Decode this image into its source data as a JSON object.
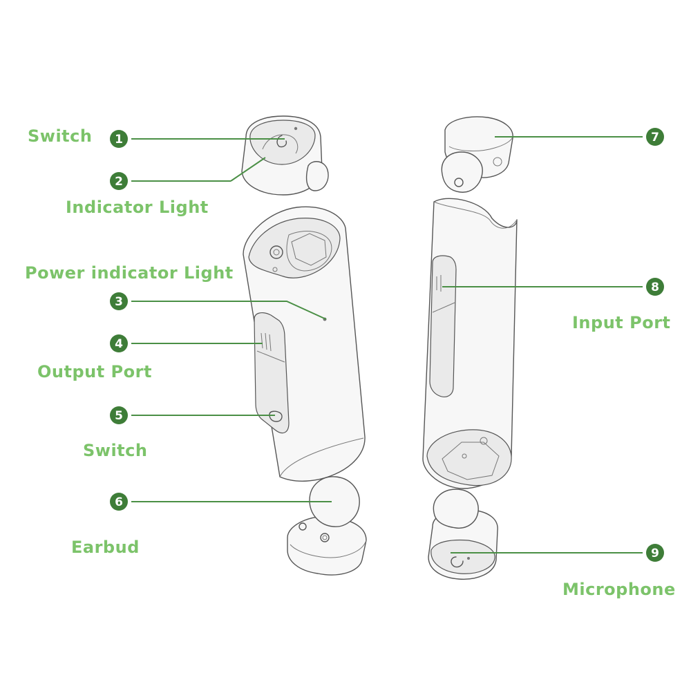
{
  "colors": {
    "label": "#7cc36a",
    "badge": "#3e7d38",
    "leader": "#4a8f45",
    "drawing": "#555555"
  },
  "labels": {
    "switch_top": "Switch",
    "indicator_light": "Indicator Light",
    "power_indicator_light": "Power indicator Light",
    "output_port": "Output Port",
    "switch_bottom": "Switch",
    "earbud": "Earbud",
    "input_port": "Input Port",
    "microphone": "Microphone"
  },
  "callouts": [
    {
      "number": "1",
      "part": "Switch"
    },
    {
      "number": "2",
      "part": "Indicator Light"
    },
    {
      "number": "3",
      "part": "Power indicator Light"
    },
    {
      "number": "4",
      "part": "Output Port"
    },
    {
      "number": "5",
      "part": "Switch"
    },
    {
      "number": "6",
      "part": "Earbud"
    },
    {
      "number": "7",
      "part": ""
    },
    {
      "number": "8",
      "part": "Input Port"
    },
    {
      "number": "9",
      "part": "Microphone"
    }
  ]
}
